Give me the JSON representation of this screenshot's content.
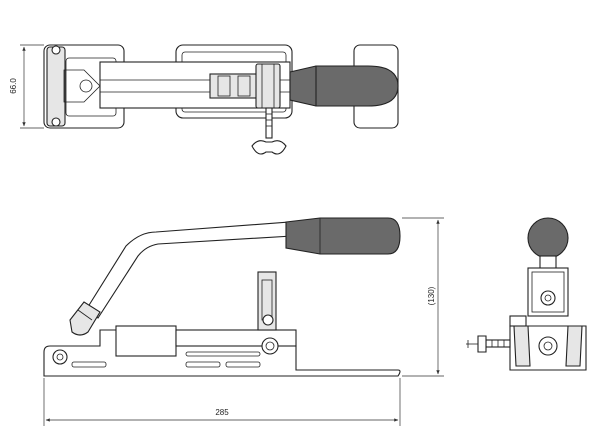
{
  "dimensions": {
    "top_width": "66.0",
    "side_length": "285",
    "side_height": "(130)"
  }
}
